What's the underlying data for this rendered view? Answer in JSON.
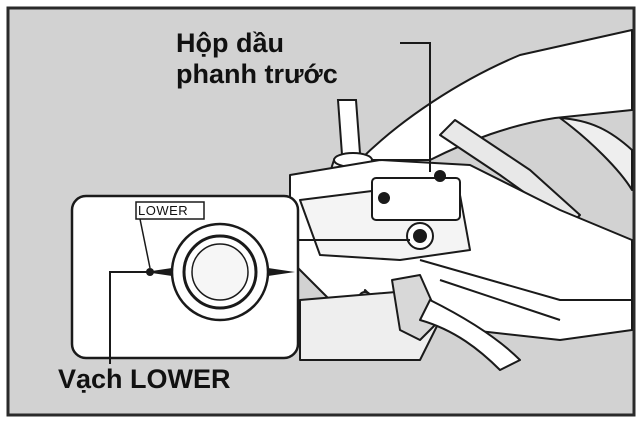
{
  "labels": {
    "reservoir_line1": "Hộp dầu",
    "reservoir_line2": "phanh trước",
    "lower_mark": "Vạch LOWER",
    "inset_mark": "LOWER"
  },
  "colors": {
    "panel_background": "#d2d2d2",
    "frame": "#2a2a2a",
    "inset_background": "#ffffff",
    "line": "#1a1a1a"
  },
  "icons": [
    "leader-line",
    "reservoir-sight-glass",
    "level-mark"
  ]
}
